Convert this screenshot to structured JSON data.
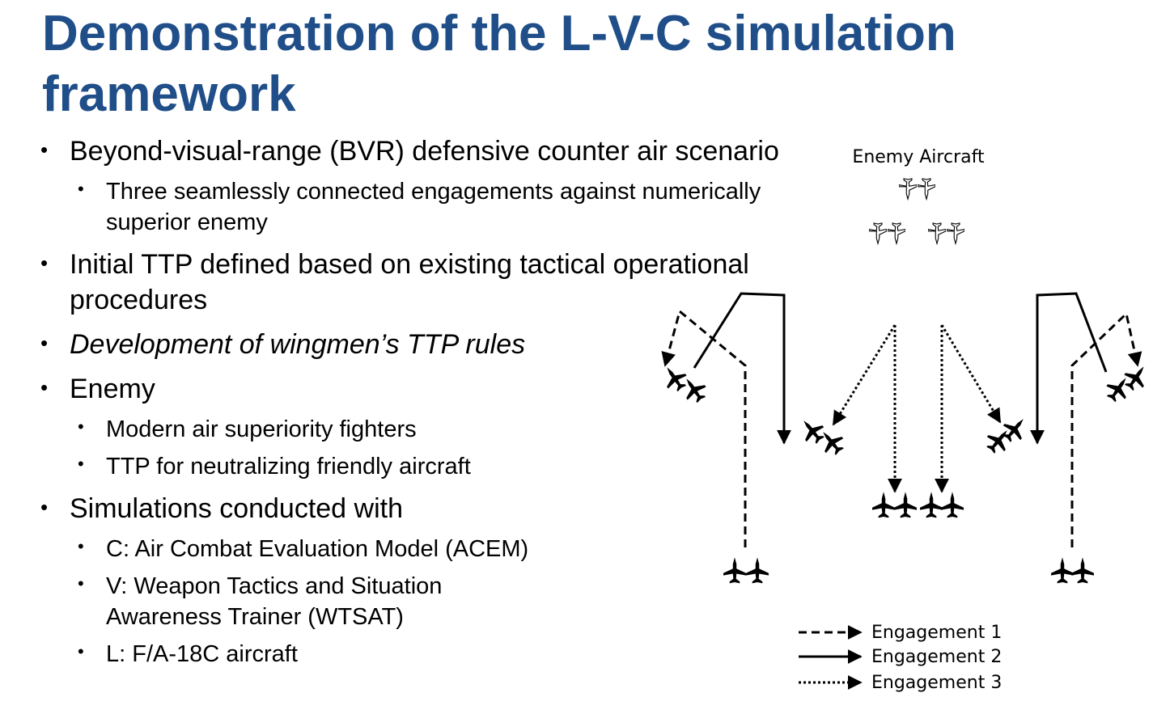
{
  "slide": {
    "title_line1": "Demonstration of the L-V-C simulation",
    "title_line2": "framework"
  },
  "bullets": {
    "b1": "Beyond-visual-range (BVR) defensive counter air scenario",
    "b1_sub1_line1": "Three seamlessly connected engagements against numerically",
    "b1_sub1_line2": "superior enemy",
    "b2_line1": "Initial TTP defined based on existing tactical operational",
    "b2_line2": "procedures",
    "b3": "Development of wingmen’s TTP rules",
    "b4": "Enemy",
    "b4_sub1": "Modern air superiority fighters",
    "b4_sub2": "TTP for neutralizing friendly aircraft",
    "b5": "Simulations conducted with",
    "b5_sub1": "C: Air Combat Evaluation Model (ACEM)",
    "b5_sub2_line1": "V: Weapon Tactics and Situation",
    "b5_sub2_line2": "Awareness Trainer (WTSAT)",
    "b5_sub3": "L: F/A-18C aircraft",
    "bullet_char": "•"
  },
  "diagram": {
    "enemy_label": "Enemy Aircraft",
    "legend": {
      "engagement1": "Engagement 1",
      "engagement2": "Engagement 2",
      "engagement3": "Engagement 3"
    },
    "icons": {
      "enemy": "outlined-jet-icon",
      "friendly": "filled-jet-icon"
    }
  },
  "colors": {
    "title": "#1f4e89",
    "text": "#000000"
  }
}
